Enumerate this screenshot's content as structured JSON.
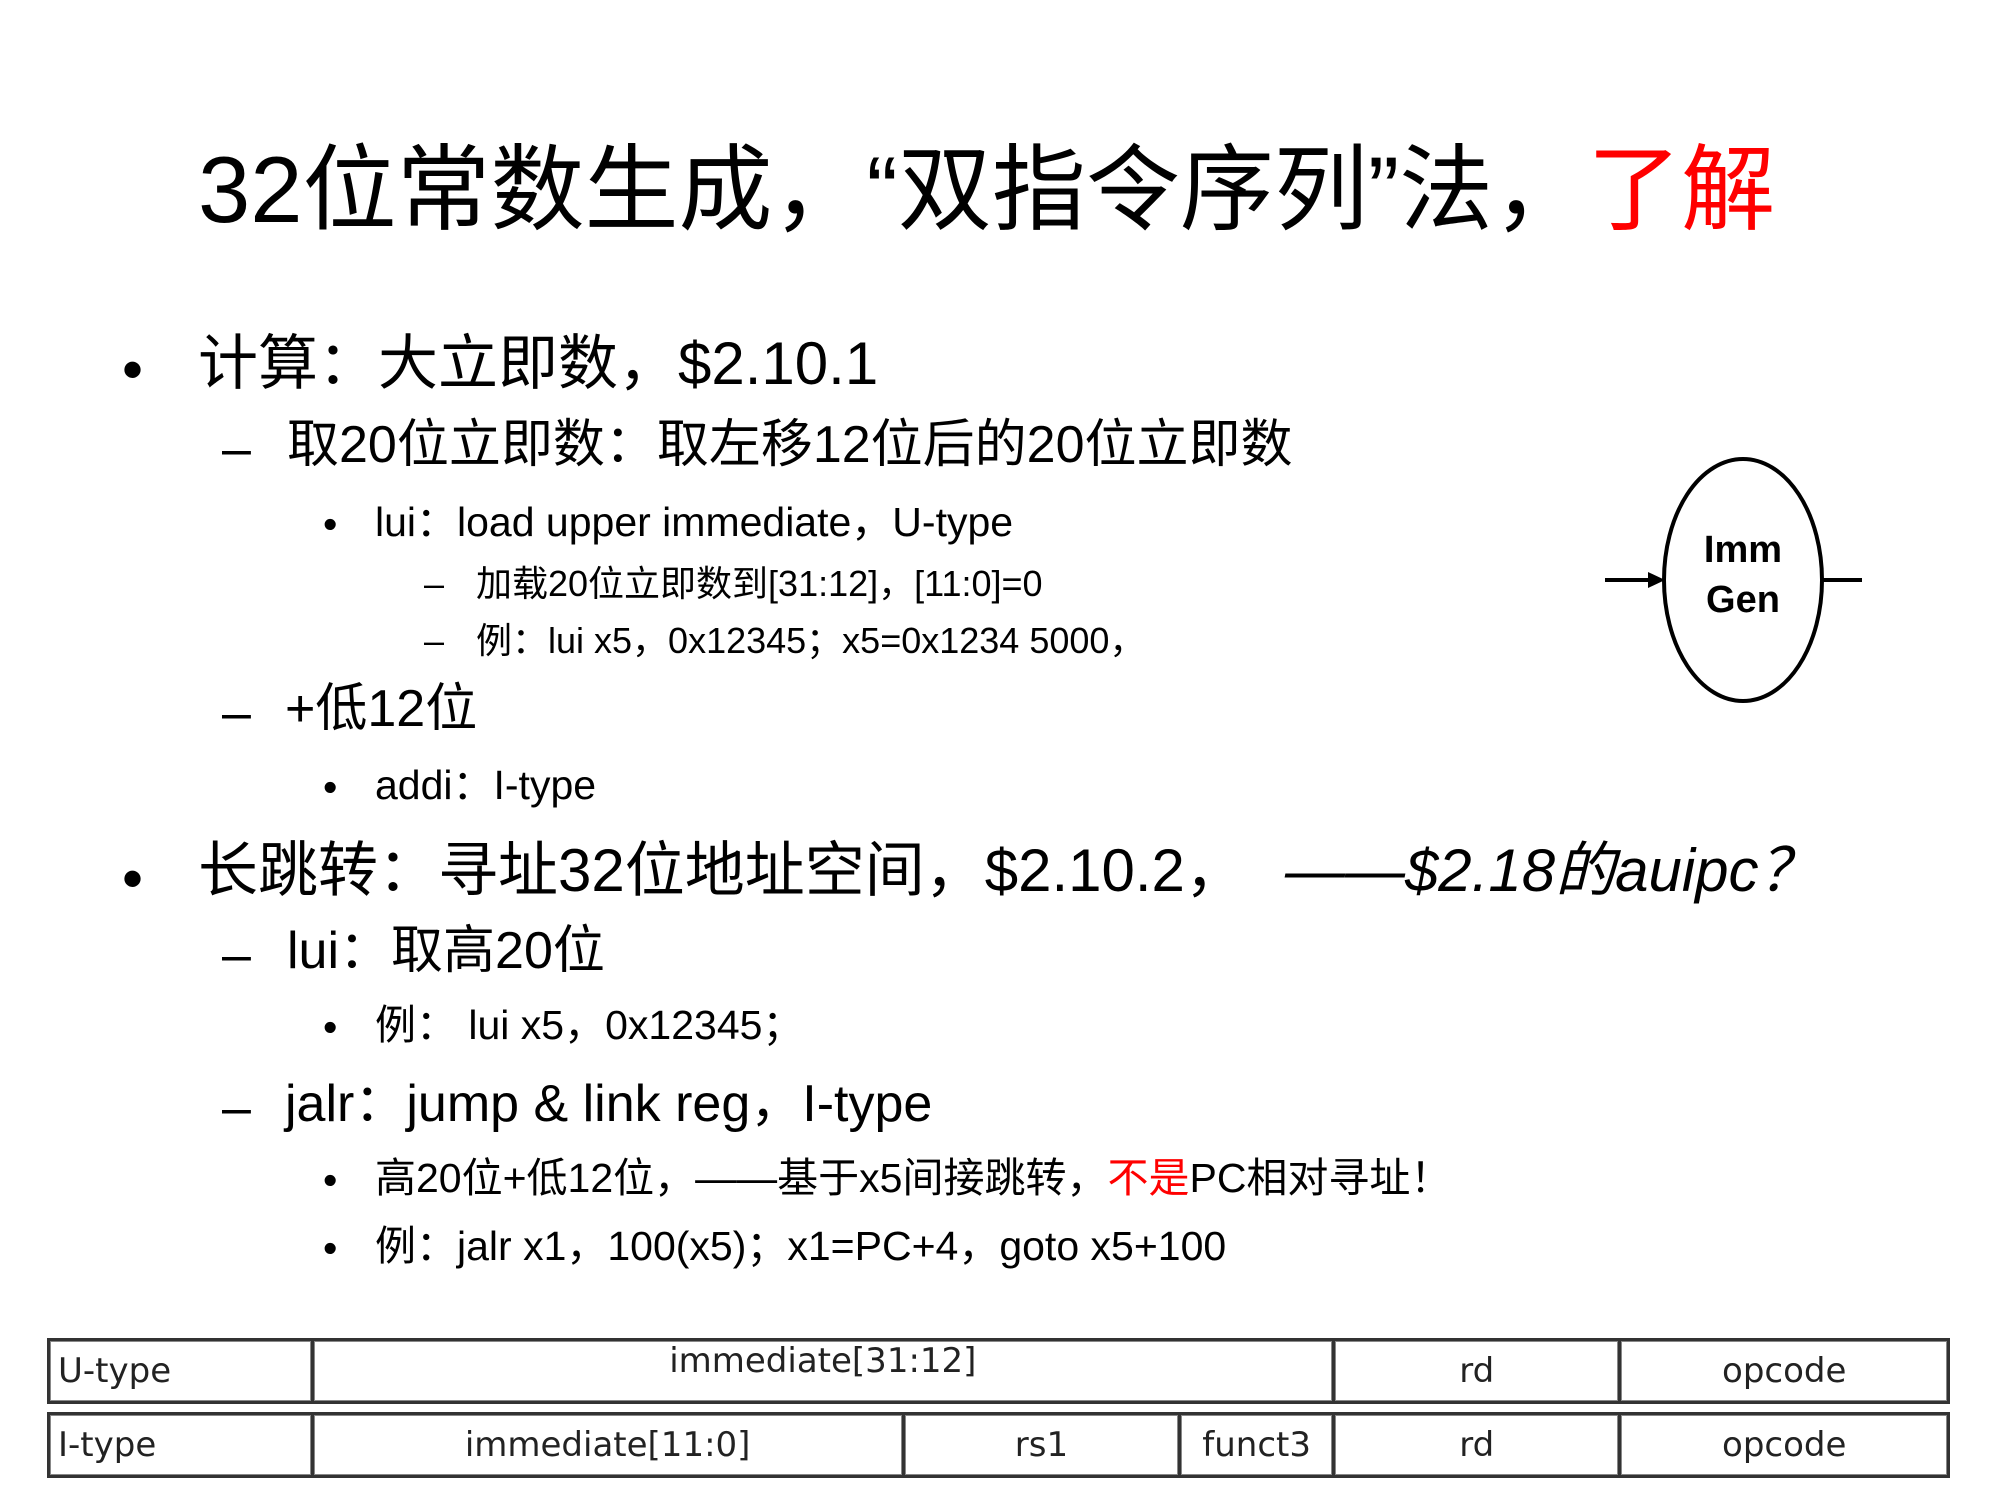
{
  "title": {
    "main": "32位常数生成，“双指令序列”法，",
    "highlight": "了解",
    "highlight_color": "#ff0000"
  },
  "bullets": {
    "b1": {
      "marker": "•",
      "text": "计算：大立即数，$2.10.1"
    },
    "b1_1": {
      "marker": "–",
      "text": "取20位立即数：取左移12位后的20位立即数"
    },
    "b1_1_1": {
      "marker": "•",
      "text": "lui：load upper immediate，U-type"
    },
    "b1_1_1_a": {
      "marker": "–",
      "text": "加载20位立即数到[31:12]，[11:0]=0"
    },
    "b1_1_1_b": {
      "marker": "–",
      "text": "例：lui x5，0x12345；x5=0x1234 5000，"
    },
    "b1_2": {
      "marker": "–",
      "text": "+低12位"
    },
    "b1_2_1": {
      "marker": "•",
      "text": "addi：I-type"
    },
    "b2": {
      "marker": "•",
      "text": "长跳转：寻址32位地址空间，$2.10.2，",
      "italic": "——$2.18的auipc？"
    },
    "b2_1": {
      "marker": "–",
      "text": "lui：取高20位"
    },
    "b2_1_1": {
      "marker": "•",
      "text": "例： lui x5，0x12345；"
    },
    "b2_2": {
      "marker": "–",
      "text": "jalr：jump & link reg，I-type"
    },
    "b2_2_1": {
      "marker": "•",
      "text_a": "高20位+低12位，——基于x5间接跳转，",
      "text_red": "不是",
      "text_b": "PC相对寻址！"
    },
    "b2_2_2": {
      "marker": "•",
      "text": "例：jalr x1，100(x5)；x1=PC+4，goto x5+100"
    }
  },
  "imm_gen": {
    "line1": "Imm",
    "line2": "Gen"
  },
  "format_table": {
    "u_type": {
      "name": "U-type",
      "imm": "immediate[31:12]",
      "rd": "rd",
      "opcode": "opcode"
    },
    "i_type": {
      "name": "I-type",
      "imm": "immediate[11:0]",
      "rs1": "rs1",
      "funct3": "funct3",
      "rd": "rd",
      "opcode": "opcode"
    }
  }
}
